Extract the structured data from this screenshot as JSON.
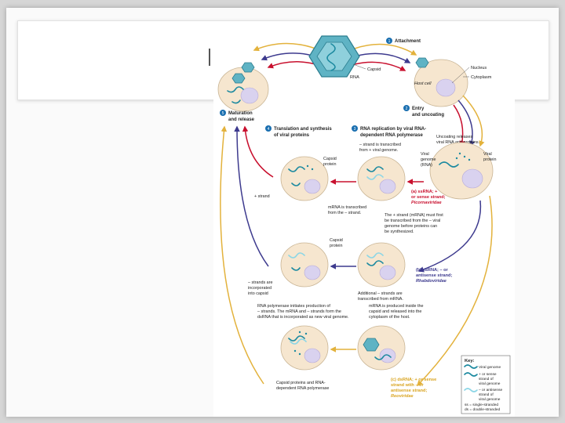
{
  "steps": {
    "s1": {
      "num": "1",
      "label": "Attachment"
    },
    "s2": {
      "num": "2",
      "label_1": "Entry",
      "label_2": "and uncoating"
    },
    "s3": {
      "num": "3",
      "label_1": "RNA replication by viral RNA-",
      "label_2": "dependent RNA polymerase"
    },
    "s4": {
      "num": "4",
      "label_1": "Translation and synthesis",
      "label_2": "of viral proteins"
    },
    "s5": {
      "num": "5",
      "label_1": "Maturation",
      "label_2": "and release"
    }
  },
  "labels": {
    "capsid": "Capsid",
    "rna": "RNA",
    "nucleus": "Nucleus",
    "cytoplasm": "Cytoplasm",
    "host_cell": "Host cell",
    "uncoating_1": "Uncoating releases",
    "uncoating_2": "viral RNA and proteins.",
    "viral_genome_1": "Viral",
    "viral_genome_2": "genome",
    "viral_genome_3": "(RNA)",
    "viral_protein_1": "Viral",
    "viral_protein_2": "protein",
    "strand_tx_1": "– strand is transcribed",
    "strand_tx_2": "from + viral genome.",
    "capsid_protein_1": "Capsid",
    "capsid_protein_2": "protein",
    "plus_strand": "+ strand",
    "mrna_tx_1": "mRNA is transcribed",
    "mrna_tx_2": "from the – strand.",
    "sense_a_1": "(a) ssRNA; +",
    "sense_a_2": "or sense strand;",
    "sense_a_3": "Picornaviridae",
    "plus_strand_note_1": "The + strand (mRNA) must first",
    "plus_strand_note_2": "be transcribed from the – viral",
    "plus_strand_note_3": "genome before proteins can",
    "plus_strand_note_4": "be synthesized.",
    "capsid_protein_b_1": "Capsid",
    "capsid_protein_b_2": "protein",
    "sense_b_1": "(b) ssRNA; – or",
    "sense_b_2": "antisense strand;",
    "sense_b_3": "Rhabdoviridae",
    "incorporated_1": "– strands are",
    "incorporated_2": "incorporated",
    "incorporated_3": "into capsid",
    "additional_1": "Additional – strands are",
    "additional_2": "transcribed from mRNA.",
    "polymerase_note_1": "RNA polymerase initiates production of",
    "polymerase_note_2": "– strands. The mRNA and – strands form the",
    "polymerase_note_3": "dsRNA that is incorporated as new viral genome.",
    "mrna_produced_1": "mRNA is produced inside the",
    "mrna_produced_2": "capsid and released into the",
    "mrna_produced_3": "cytoplasm of the host.",
    "capsid_proteins_1": "Capsid proteins and RNA-",
    "capsid_proteins_2": "dependent RNA polymerase",
    "sense_c_1": "(c) dsRNA; + or sense",
    "sense_c_2": "strand with – or",
    "sense_c_3": "antisense strand;",
    "sense_c_4": "Reoviridae"
  },
  "key": {
    "title": "Key:",
    "viral_genome": "Viral genome",
    "plus_1": "+ or sense",
    "plus_2": "strand of",
    "plus_3": "viral genome",
    "minus_1": "– or antisense",
    "minus_2": "strand of",
    "minus_3": "viral genome",
    "ss": "ss = single-stranded",
    "ds": "ds = double-stranded"
  },
  "colors": {
    "slide_bg": "#d6d6d6",
    "cell": "#f6e6cf",
    "nucleus": "#d9d2ef",
    "rna_plus": "#1d8aa0",
    "rna_minus": "#8cd6e6",
    "arrow_red": "#c8102e",
    "arrow_purple": "#3d3a8e",
    "arrow_gold": "#e3b23c",
    "step_circle": "#1a6fb0"
  }
}
